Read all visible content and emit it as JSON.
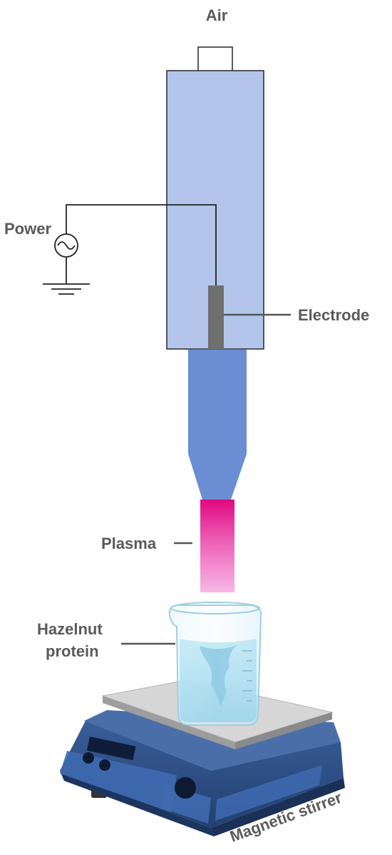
{
  "labels": {
    "air": "Air",
    "power": "Power",
    "electrode": "Electrode",
    "plasma": "Plasma",
    "hazelnut_line1": "Hazelnut",
    "hazelnut_line2": "protein",
    "stirrer": "Magnetic stirrer"
  },
  "icons": {
    "ac_source": "ac-power-source-icon",
    "ground": "ground-icon"
  },
  "colors": {
    "chamber": "#b3c5ea",
    "nozzle": "#6b8dd4",
    "electrode": "#6f6f6f",
    "plasma_top": "#e0087f",
    "plasma_bottom": "#f8b4e4",
    "label_text": "#5a5a5a",
    "wire": "#222222",
    "stirrer_body": "#2f4f88",
    "liquid": "#8fd0ea"
  }
}
